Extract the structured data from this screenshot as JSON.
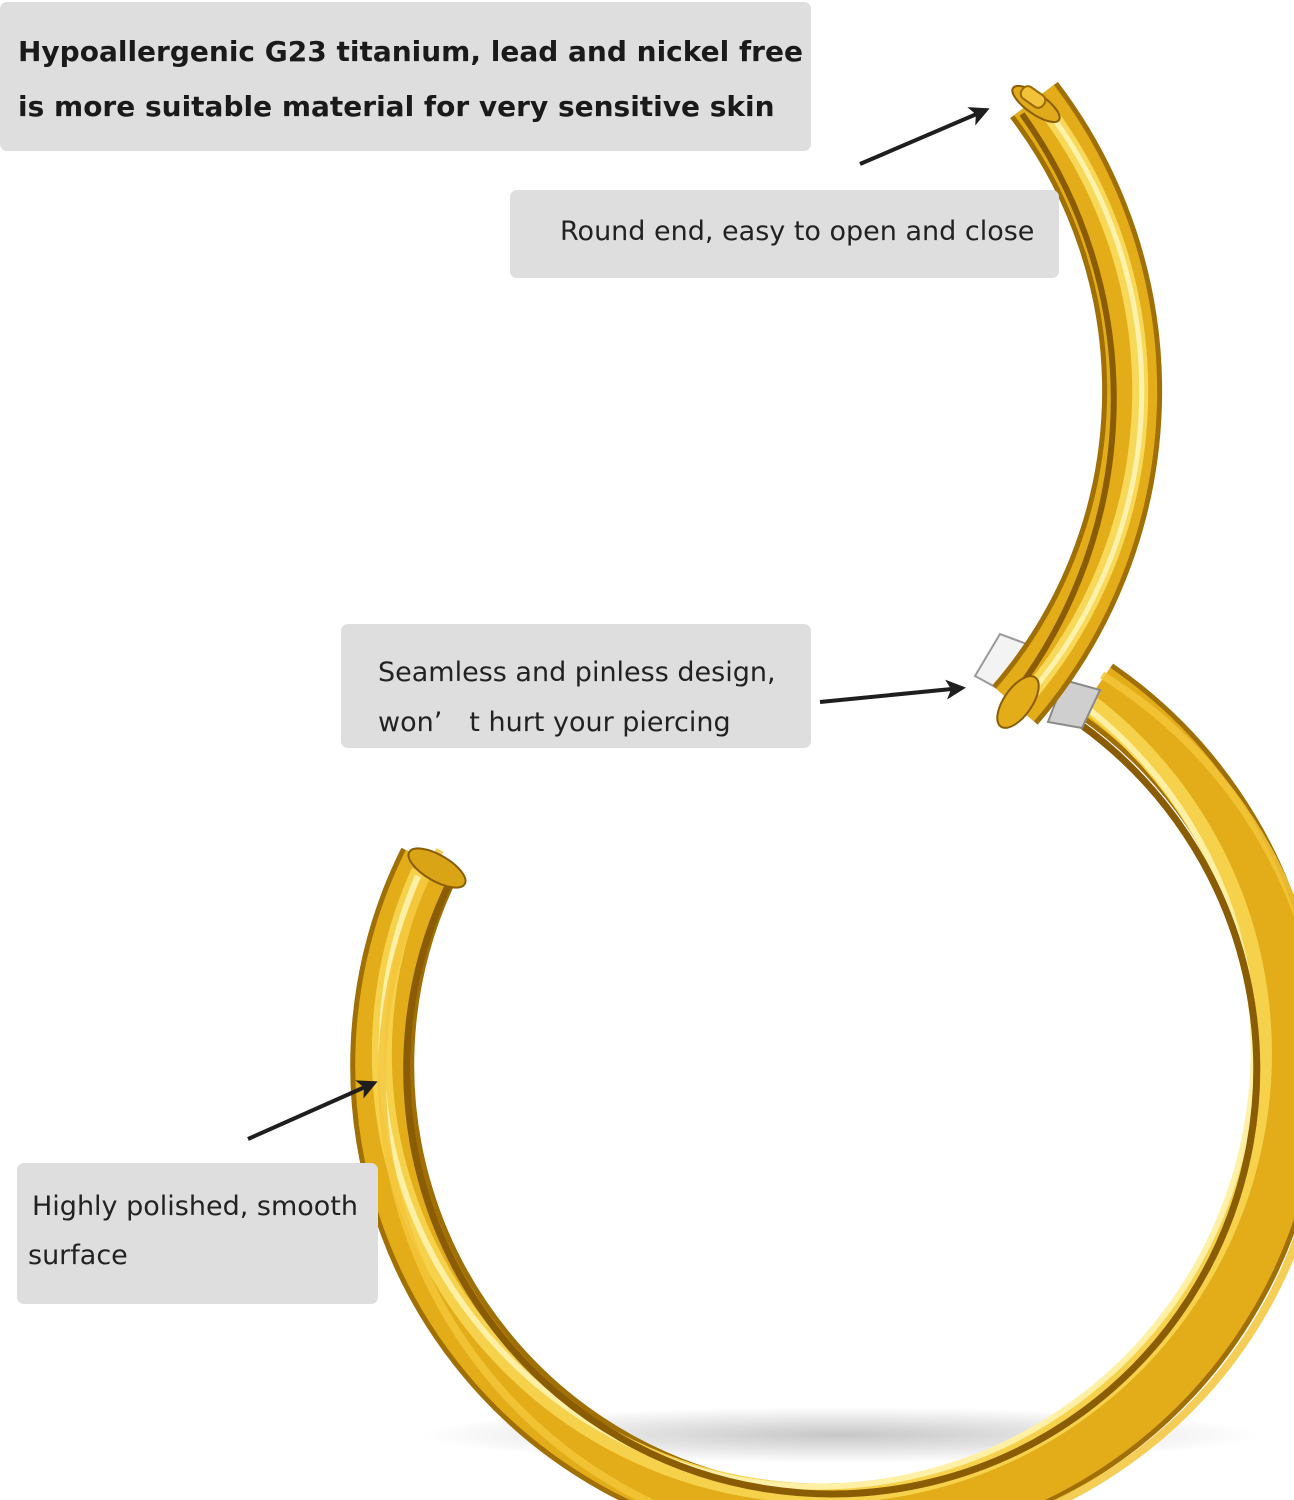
{
  "callouts": {
    "material": {
      "line1": "Hypoallergenic G23 titanium, lead and nickel free",
      "line2": "is more suitable material for very sensitive skin"
    },
    "round_end": {
      "line1": "Round end, easy to open and close"
    },
    "hinge": {
      "line1": "Seamless and pinless design,",
      "line2": "won’ t hurt your piercing"
    },
    "surface": {
      "line1": "Highly polished, smooth",
      "line2": "surface"
    }
  },
  "colors": {
    "gold": "#e4b21c",
    "gold_dark": "#9a6a05",
    "gold_light": "#fbe37a",
    "callout_bg": "#dedede",
    "arrow": "#1e1e1e"
  }
}
